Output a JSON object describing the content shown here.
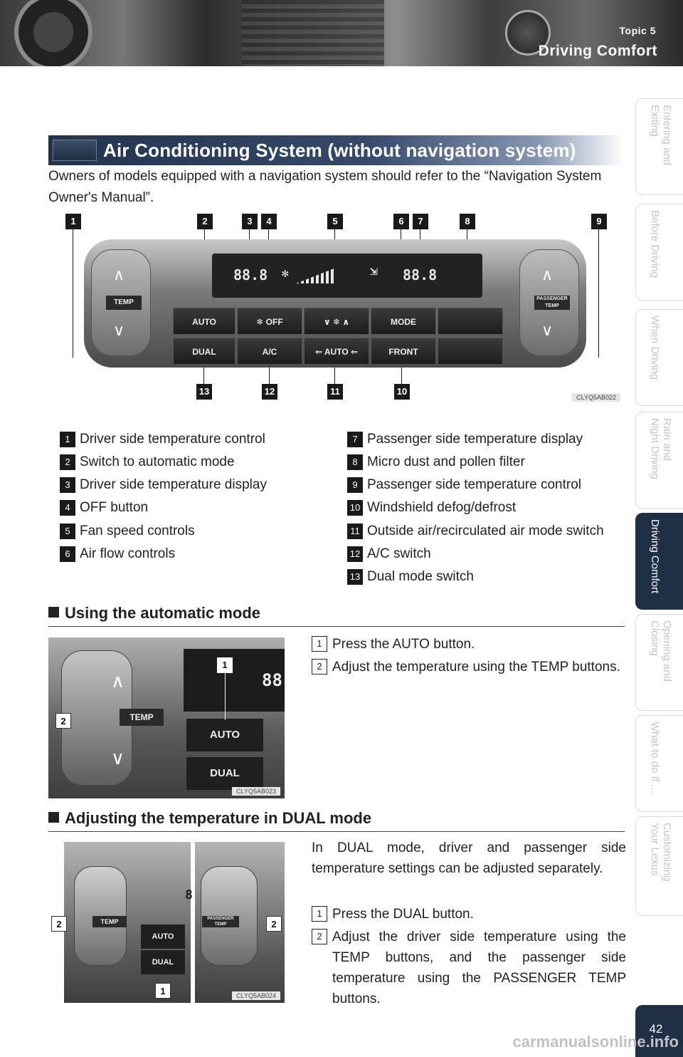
{
  "header": {
    "topic": "Topic 5",
    "title": "Driving Comfort"
  },
  "tabs": [
    {
      "label": "Entering and Exiting",
      "active": false
    },
    {
      "label": "Before Driving",
      "active": false
    },
    {
      "label": "When Driving",
      "active": false
    },
    {
      "label": "Rain and\nNight Driving",
      "active": false
    },
    {
      "label": "Driving Comfort",
      "active": true
    },
    {
      "label": "Opening and Closing",
      "active": false
    },
    {
      "label": "What to do if ...",
      "active": false
    },
    {
      "label": "Customizing\nYour Lexus",
      "active": false
    }
  ],
  "page_number": "42",
  "section": {
    "title": "Air Conditioning System (without navigation system)",
    "intro": "Owners of models equipped with a navigation system should refer to the “Navigation System Owner's Manual”."
  },
  "main_image": {
    "code": "CLYQ5AB022",
    "display_left": "88.8",
    "display_right": "88.8",
    "side_left_label": "TEMP",
    "side_right_label": "PASSENGER TEMP",
    "buttons_top": [
      "AUTO",
      "❄ OFF",
      "∨ ❄ ∧",
      "MODE",
      ""
    ],
    "buttons_bottom": [
      "DUAL",
      "A/C",
      "⇐ AUTO ⇐",
      "FRONT",
      ""
    ],
    "callouts": [
      "1",
      "2",
      "3",
      "4",
      "5",
      "6",
      "7",
      "8",
      "9",
      "10",
      "11",
      "12",
      "13"
    ]
  },
  "legend_left": [
    {
      "n": "1",
      "text": "Driver side temperature control"
    },
    {
      "n": "2",
      "text": "Switch to automatic mode"
    },
    {
      "n": "3",
      "text": "Driver side temperature display"
    },
    {
      "n": "4",
      "text": "OFF button"
    },
    {
      "n": "5",
      "text": "Fan speed controls"
    },
    {
      "n": "6",
      "text": "Air flow controls"
    }
  ],
  "legend_right": [
    {
      "n": "7",
      "text": "Passenger side temperature display"
    },
    {
      "n": "8",
      "text": "Micro dust and pollen filter"
    },
    {
      "n": "9",
      "text": "Passenger side temperature control"
    },
    {
      "n": "10",
      "text": "Windshield defog/defrost"
    },
    {
      "n": "11",
      "text": "Outside air/recirculated air mode switch"
    },
    {
      "n": "12",
      "text": "A/C switch"
    },
    {
      "n": "13",
      "text": "Dual mode switch"
    }
  ],
  "auto_mode": {
    "heading": "Using the automatic mode",
    "image_code": "CLYQ5AB023",
    "image_labels": {
      "temp": "TEMP",
      "auto": "AUTO",
      "dual": "DUAL",
      "display": "88",
      "c1": "1",
      "c2": "2"
    },
    "steps": [
      {
        "n": "1",
        "text": "Press the AUTO button."
      },
      {
        "n": "2",
        "text": "Adjust the temperature using the TEMP buttons."
      }
    ]
  },
  "dual_mode": {
    "heading": "Adjusting the temperature in DUAL mode",
    "image_code": "CLYQ5AB024",
    "image_labels": {
      "temp": "TEMP",
      "ptemp": "PASSENGER TEMP",
      "auto": "AUTO",
      "dual": "DUAL",
      "display": "8",
      "c1": "1",
      "c2a": "2",
      "c2b": "2"
    },
    "intro": "In DUAL mode, driver and passenger side temperature settings can be adjusted separately.",
    "steps": [
      {
        "n": "1",
        "text": "Press the DUAL button."
      },
      {
        "n": "2",
        "text": "Adjust the driver side temperature using the TEMP buttons, and the passenger side temperature using the PASSENGER TEMP buttons."
      }
    ]
  },
  "watermark": "carmanualsonline.info"
}
